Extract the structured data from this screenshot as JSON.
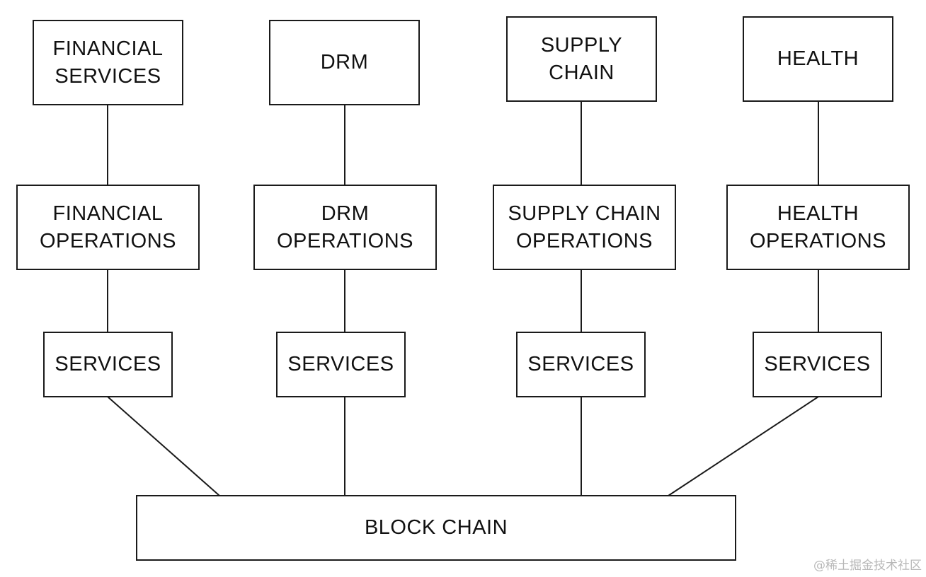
{
  "diagram": {
    "applications": [
      {
        "id": "financial",
        "lines": [
          "FINANCIAL",
          "SERVICES"
        ]
      },
      {
        "id": "drm",
        "lines": [
          "DRM"
        ]
      },
      {
        "id": "supply-chain",
        "lines": [
          "SUPPLY",
          "CHAIN"
        ]
      },
      {
        "id": "health",
        "lines": [
          "HEALTH"
        ]
      }
    ],
    "operations": [
      {
        "id": "financial",
        "lines": [
          "FINANCIAL",
          "OPERATIONS"
        ]
      },
      {
        "id": "drm",
        "lines": [
          "DRM",
          "OPERATIONS"
        ]
      },
      {
        "id": "supply-chain",
        "lines": [
          "SUPPLY CHAIN",
          "OPERATIONS"
        ]
      },
      {
        "id": "health",
        "lines": [
          "HEALTH",
          "OPERATIONS"
        ]
      }
    ],
    "services": [
      {
        "id": "financial",
        "label": "SERVICES"
      },
      {
        "id": "drm",
        "label": "SERVICES"
      },
      {
        "id": "supply-chain",
        "label": "SERVICES"
      },
      {
        "id": "health",
        "label": "SERVICES"
      }
    ],
    "base": {
      "label": "BLOCK CHAIN"
    }
  },
  "watermark": "@稀土掘金技术社区"
}
